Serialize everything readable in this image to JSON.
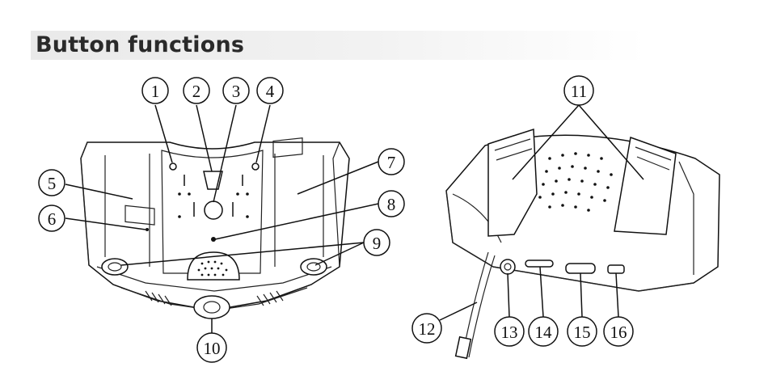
{
  "header": {
    "title": "Button functions"
  },
  "callouts": [
    {
      "id": "c1",
      "label": "1"
    },
    {
      "id": "c2",
      "label": "2"
    },
    {
      "id": "c3",
      "label": "3"
    },
    {
      "id": "c4",
      "label": "4"
    },
    {
      "id": "c5",
      "label": "5"
    },
    {
      "id": "c6",
      "label": "6"
    },
    {
      "id": "c7",
      "label": "7"
    },
    {
      "id": "c8",
      "label": "8"
    },
    {
      "id": "c9",
      "label": "9"
    },
    {
      "id": "c10",
      "label": "10"
    },
    {
      "id": "c11",
      "label": "11"
    },
    {
      "id": "c12",
      "label": "12"
    },
    {
      "id": "c13",
      "label": "13"
    },
    {
      "id": "c14",
      "label": "14"
    },
    {
      "id": "c15",
      "label": "15"
    },
    {
      "id": "c16",
      "label": "16"
    }
  ]
}
